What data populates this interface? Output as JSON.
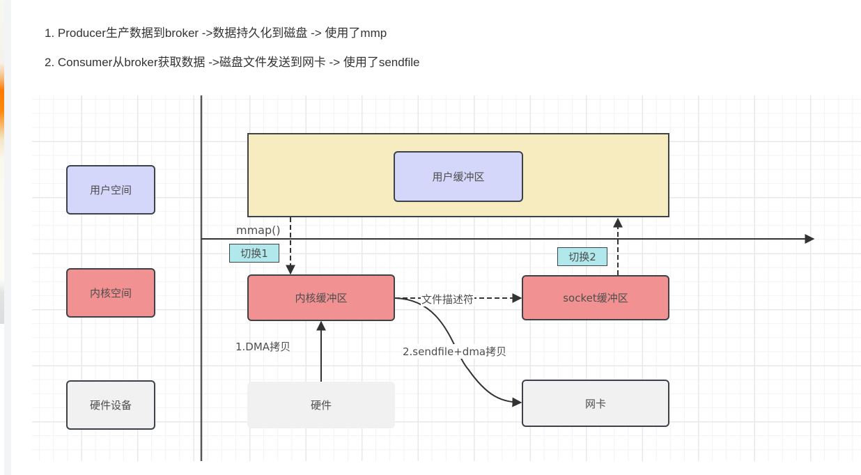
{
  "article": {
    "list": [
      "1. Producer生产数据到broker ->数据持久化到磁盘 -> 使用了mmp",
      "2. Consumer从broker获取数据 ->磁盘文件发送到网卡 -> 使用了sendfile"
    ]
  },
  "diagram": {
    "layers": {
      "user_space": "用户空间",
      "kernel_space": "内核空间",
      "hardware_device": "硬件设备"
    },
    "nodes": {
      "user_buffer": "用户缓冲区",
      "kernel_buffer": "内核缓冲区",
      "socket_buffer": "socket缓冲区",
      "hardware": "硬件",
      "nic": "网卡"
    },
    "tags": {
      "switch1": "切换1",
      "switch2": "切换2"
    },
    "edge_labels": {
      "mmap": "mmap()",
      "file_descriptor": "文件描述符",
      "dma_copy": "1.DMA拷贝",
      "sendfile_dma": "2.sendfile+dma拷贝"
    },
    "colors": {
      "user_space": "#d4d6fa",
      "kernel_space": "#f19191",
      "hardware": "#f1f1f1",
      "user_region": "#f6ecc0",
      "switch_tag": "#b0e8eb",
      "stroke": "#3c4248"
    }
  }
}
